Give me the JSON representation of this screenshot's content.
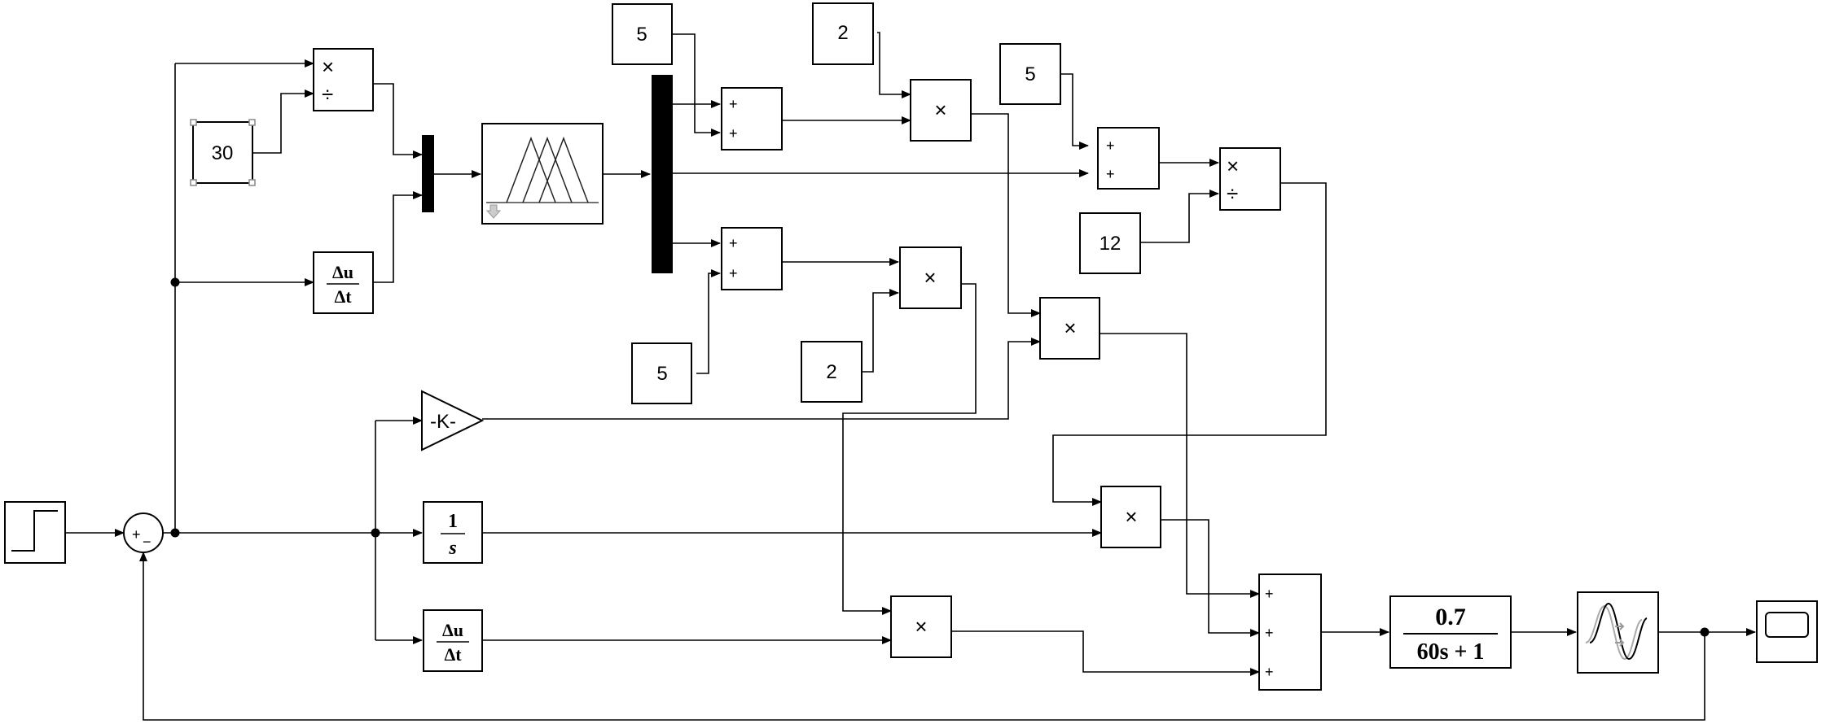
{
  "constants": {
    "c30": "30",
    "c5_top": "5",
    "c2_top": "2",
    "c5_right": "5",
    "c12": "12",
    "c5_bottom": "5",
    "c2_bottom": "2"
  },
  "signs": {
    "plus": "+",
    "minus": "−",
    "times": "×",
    "divide": "÷"
  },
  "blocks": {
    "derivative_num": "Δu",
    "derivative_den": "Δt",
    "gain": "-K-",
    "integrator_num": "1",
    "integrator_den": "s",
    "tf_num": "0.7",
    "tf_den": "60s + 1"
  }
}
